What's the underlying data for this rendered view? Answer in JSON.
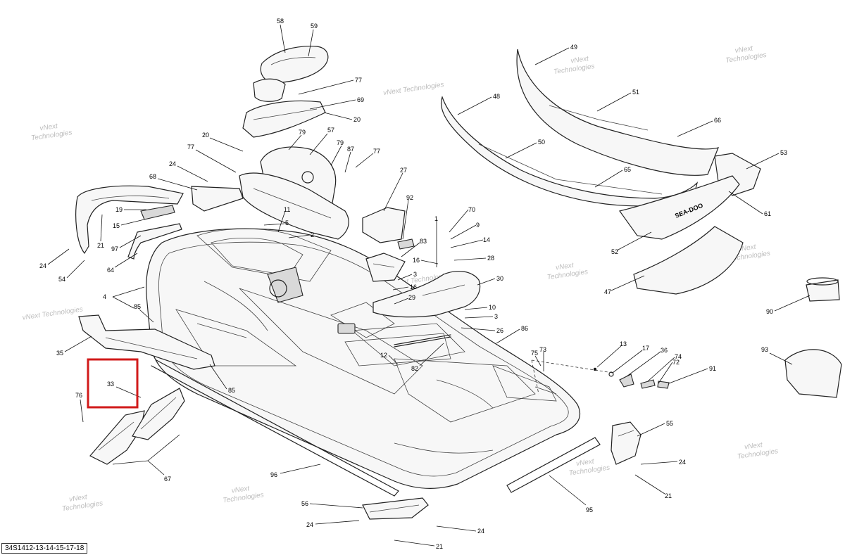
{
  "diagram_code": "34S1412-13-14-15-17-18",
  "watermark": {
    "line1": "vNext",
    "line2": "Technologies",
    "single": "vNext Technologies"
  },
  "highlight": {
    "part_number": "33",
    "color": "#d11a1a"
  },
  "brand_text": "SEA-DOO",
  "callouts": [
    "58",
    "59",
    "77",
    "69",
    "20",
    "79",
    "57",
    "79",
    "87",
    "77",
    "20",
    "27",
    "77",
    "24",
    "68",
    "19",
    "15",
    "21",
    "97",
    "64",
    "24",
    "54",
    "4",
    "1",
    "5",
    "2",
    "11",
    "70",
    "92",
    "9",
    "14",
    "83",
    "16",
    "28",
    "3",
    "16",
    "29",
    "30",
    "10",
    "3",
    "26",
    "85",
    "35",
    "85",
    "33",
    "76",
    "67",
    "96",
    "56",
    "24",
    "24",
    "21",
    "86",
    "12",
    "82",
    "75",
    "73",
    "13",
    "17",
    "36",
    "74",
    "72",
    "91",
    "55",
    "24",
    "21",
    "95",
    "49",
    "48",
    "51",
    "66",
    "50",
    "53",
    "65",
    "61",
    "52",
    "47",
    "90",
    "93"
  ]
}
